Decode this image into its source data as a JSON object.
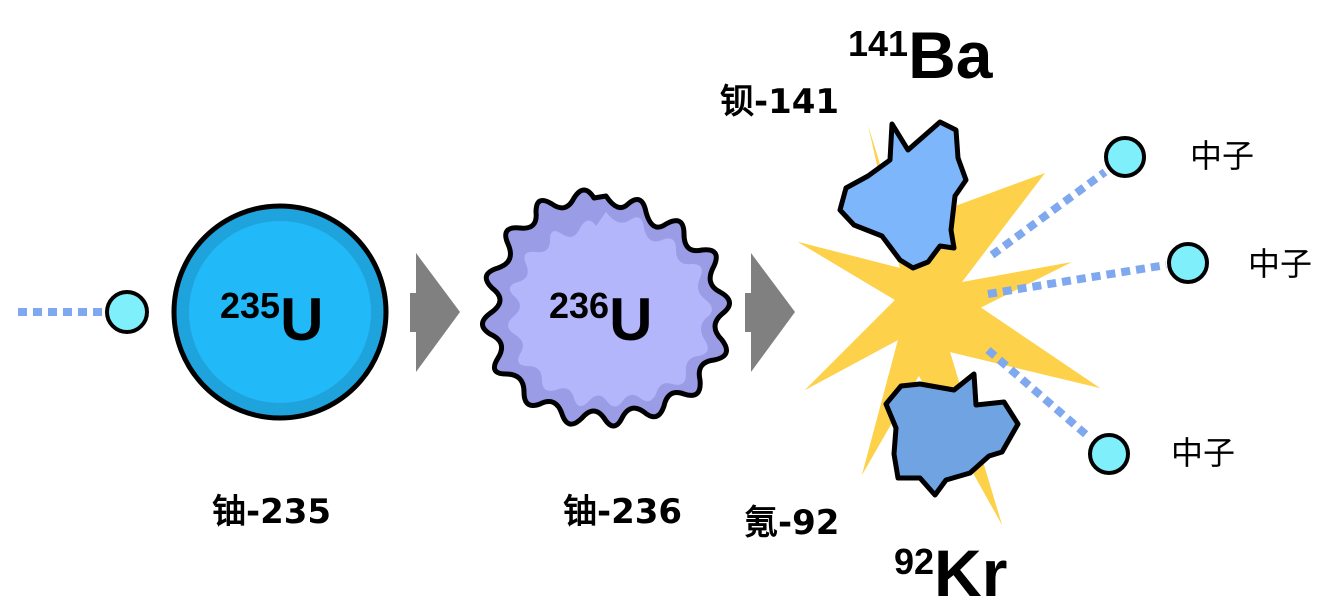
{
  "diagram": {
    "type": "nuclear-fission-process",
    "colors": {
      "neutron_fill": "#7eeffb",
      "neutron_trail": "#7fa8ee",
      "u235_fill": "#22b9f8",
      "u235_ring": "#1ea3dc",
      "u236_fill": "#b4b6fb",
      "u236_shade": "#9a9ce6",
      "arrow": "#808080",
      "explosion": "#fdd14a",
      "ba_fragment": "#7db6fa",
      "kr_fragment": "#6fa3e2",
      "outline": "#000000"
    },
    "incoming_neutron": {
      "label": ""
    },
    "u235": {
      "mass": "235",
      "symbol": "U",
      "caption": "铀-235"
    },
    "u236": {
      "mass": "236",
      "symbol": "U",
      "caption": "铀-236"
    },
    "barium": {
      "mass": "141",
      "symbol": "Ba",
      "caption": "钡-141"
    },
    "krypton": {
      "mass": "92",
      "symbol": "Kr",
      "caption": "氪-92"
    },
    "emitted_neutrons": [
      {
        "label": "中子"
      },
      {
        "label": "中子"
      },
      {
        "label": "中子"
      }
    ]
  }
}
